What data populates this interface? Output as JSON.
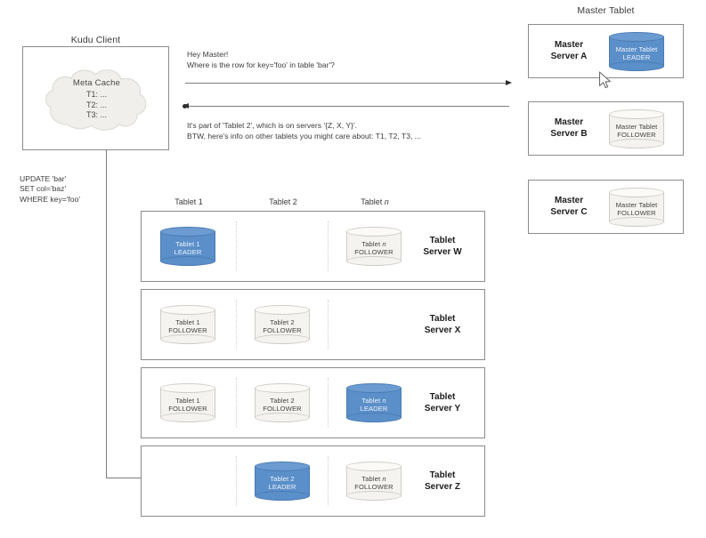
{
  "client": {
    "title": "Kudu Client",
    "cache": {
      "title": "Meta Cache",
      "rows": [
        "T1: ...",
        "T2: ...",
        "T3: ..."
      ]
    },
    "sql": "UPDATE 'bar'\nSET col='baz'\nWHERE key='foo'"
  },
  "messages": {
    "request": "Hey Master!\nWhere is the row for key='foo' in table 'bar'?",
    "response": "It's part of 'Tablet 2', which is on servers '{Z, X, Y}'.\nBTW, here's info on other tablets you might care about: T1, T2, T3, ..."
  },
  "master": {
    "title": "Master Tablet",
    "servers": [
      {
        "label": "Master\nServer A",
        "name_line1": "Master",
        "name_line2": "Server A",
        "tablet": {
          "name": "Master Tablet",
          "role": "LEADER",
          "state": "leader"
        }
      },
      {
        "label": "Master\nServer B",
        "name_line1": "Master",
        "name_line2": "Server B",
        "tablet": {
          "name": "Master Tablet",
          "role": "FOLLOWER",
          "state": "follower"
        }
      },
      {
        "label": "Master\nServer C",
        "name_line1": "Master",
        "name_line2": "Server C",
        "tablet": {
          "name": "Master Tablet",
          "role": "FOLLOWER",
          "state": "follower"
        }
      }
    ]
  },
  "tablets": {
    "column_headers": [
      "Tablet 1",
      "Tablet 2",
      "Tablet n"
    ],
    "servers": [
      {
        "name_line1": "Tablet",
        "name_line2": "Server W",
        "cells": [
          {
            "name": "Tablet 1",
            "role": "LEADER",
            "state": "leader"
          },
          null,
          {
            "name": "Tablet n",
            "role": "FOLLOWER",
            "state": "follower"
          }
        ]
      },
      {
        "name_line1": "Tablet",
        "name_line2": "Server X",
        "cells": [
          {
            "name": "Tablet 1",
            "role": "FOLLOWER",
            "state": "follower"
          },
          {
            "name": "Tablet 2",
            "role": "FOLLOWER",
            "state": "follower"
          },
          null
        ]
      },
      {
        "name_line1": "Tablet",
        "name_line2": "Server Y",
        "cells": [
          {
            "name": "Tablet 1",
            "role": "FOLLOWER",
            "state": "follower"
          },
          {
            "name": "Tablet 2",
            "role": "FOLLOWER",
            "state": "follower"
          },
          {
            "name": "Tablet n",
            "role": "LEADER",
            "state": "leader"
          }
        ]
      },
      {
        "name_line1": "Tablet",
        "name_line2": "Server Z",
        "cells": [
          null,
          {
            "name": "Tablet 2",
            "role": "LEADER",
            "state": "leader"
          },
          {
            "name": "Tablet n",
            "role": "FOLLOWER",
            "state": "follower"
          }
        ]
      }
    ]
  },
  "colors": {
    "leader_fill": "#5b8fc9",
    "follower_fill": "#f4f3ef",
    "box_border": "#8c8c8c",
    "connector": "#7d7d7d",
    "background": "#ffffff"
  }
}
